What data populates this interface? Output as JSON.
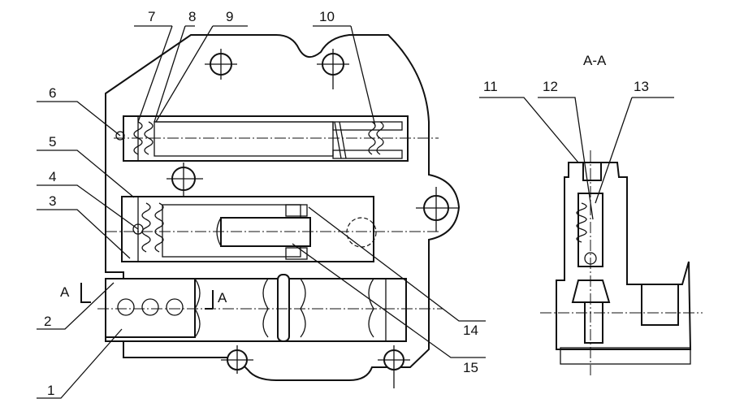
{
  "section_title": "A-A",
  "section_marks": {
    "left": "A",
    "right": "A"
  },
  "callouts": [
    "1",
    "2",
    "3",
    "4",
    "5",
    "6",
    "7",
    "8",
    "9",
    "10",
    "11",
    "12",
    "13",
    "14",
    "15"
  ],
  "colors": {
    "ink": "#111111",
    "paper": "#ffffff"
  }
}
